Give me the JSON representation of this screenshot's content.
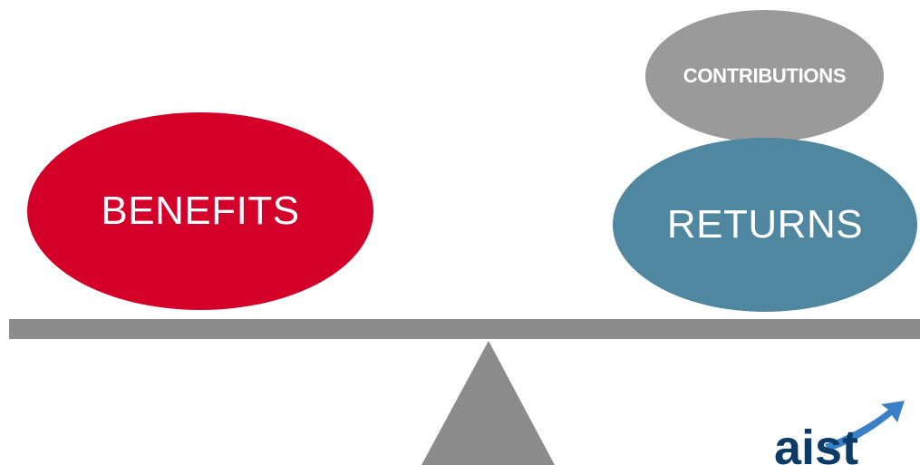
{
  "diagram": {
    "benefits": {
      "label": "BENEFITS",
      "color": "#d4002a"
    },
    "contributions": {
      "label": "CONTRIBUTIONS",
      "color": "#9a9a9a"
    },
    "returns": {
      "label": "RETURNS",
      "color": "#4f86a0"
    },
    "beam_color": "#8c8c8c",
    "fulcrum_color": "#8c8c8c"
  },
  "logo": {
    "text": "aist",
    "color": "#0b3b66",
    "arrow_color": "#3a7fc8"
  }
}
